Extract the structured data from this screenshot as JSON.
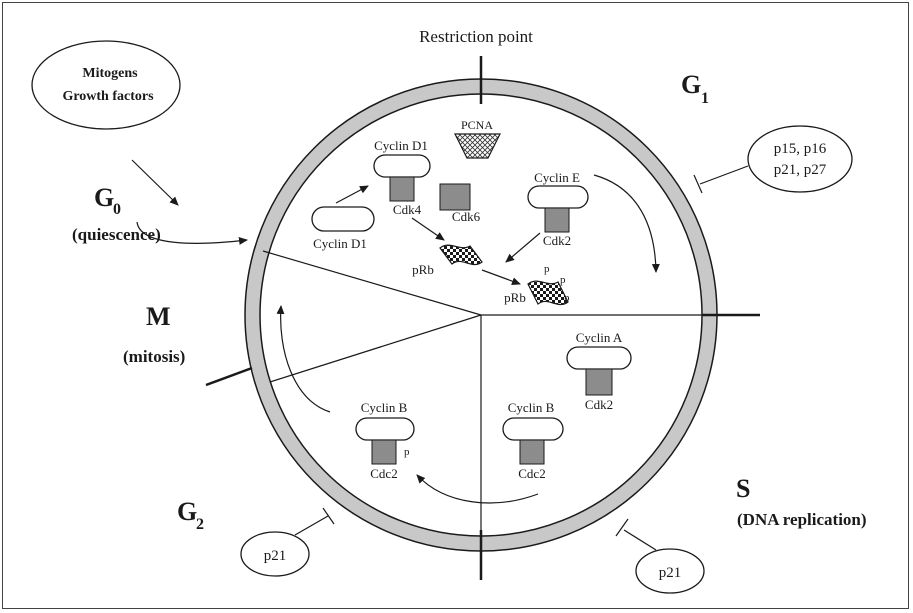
{
  "header": {
    "restriction_point": "Restriction point"
  },
  "phases": {
    "g0": {
      "letter": "G",
      "sub": "0",
      "desc": "(quiescence)"
    },
    "g1": {
      "letter": "G",
      "sub": "1"
    },
    "s": {
      "letter": "S",
      "desc": "(DNA replication)"
    },
    "g2": {
      "letter": "G",
      "sub": "2"
    },
    "m": {
      "letter": "M",
      "desc": "(mitosis)"
    }
  },
  "mitogens": {
    "line1": "Mitogens",
    "line2": "Growth factors"
  },
  "inhibitors": {
    "g1": {
      "line1": "p15, p16",
      "line2": "p21, p27"
    },
    "g2": "p21",
    "s": "p21"
  },
  "proteins": {
    "pcna": "PCNA",
    "cyclin_d1_a": "Cyclin D1",
    "cyclin_d1_b": "Cyclin D1",
    "cdk4": "Cdk4",
    "cdk6": "Cdk6",
    "cyclin_e": "Cyclin E",
    "cdk2_e": "Cdk2",
    "prb": "pRb",
    "prb_p": "pRb",
    "p_mark": "p",
    "cyclin_a": "Cyclin A",
    "cdk2_a": "Cdk2",
    "cyclin_b_s": "Cyclin B",
    "cdc2_s": "Cdc2",
    "cyclin_b_g2": "Cyclin B",
    "cdc2_g2": "Cdc2"
  },
  "colors": {
    "ring": "#c8c8c8",
    "kinase": "#8c8c8c",
    "ink": "#1a1a1a"
  }
}
